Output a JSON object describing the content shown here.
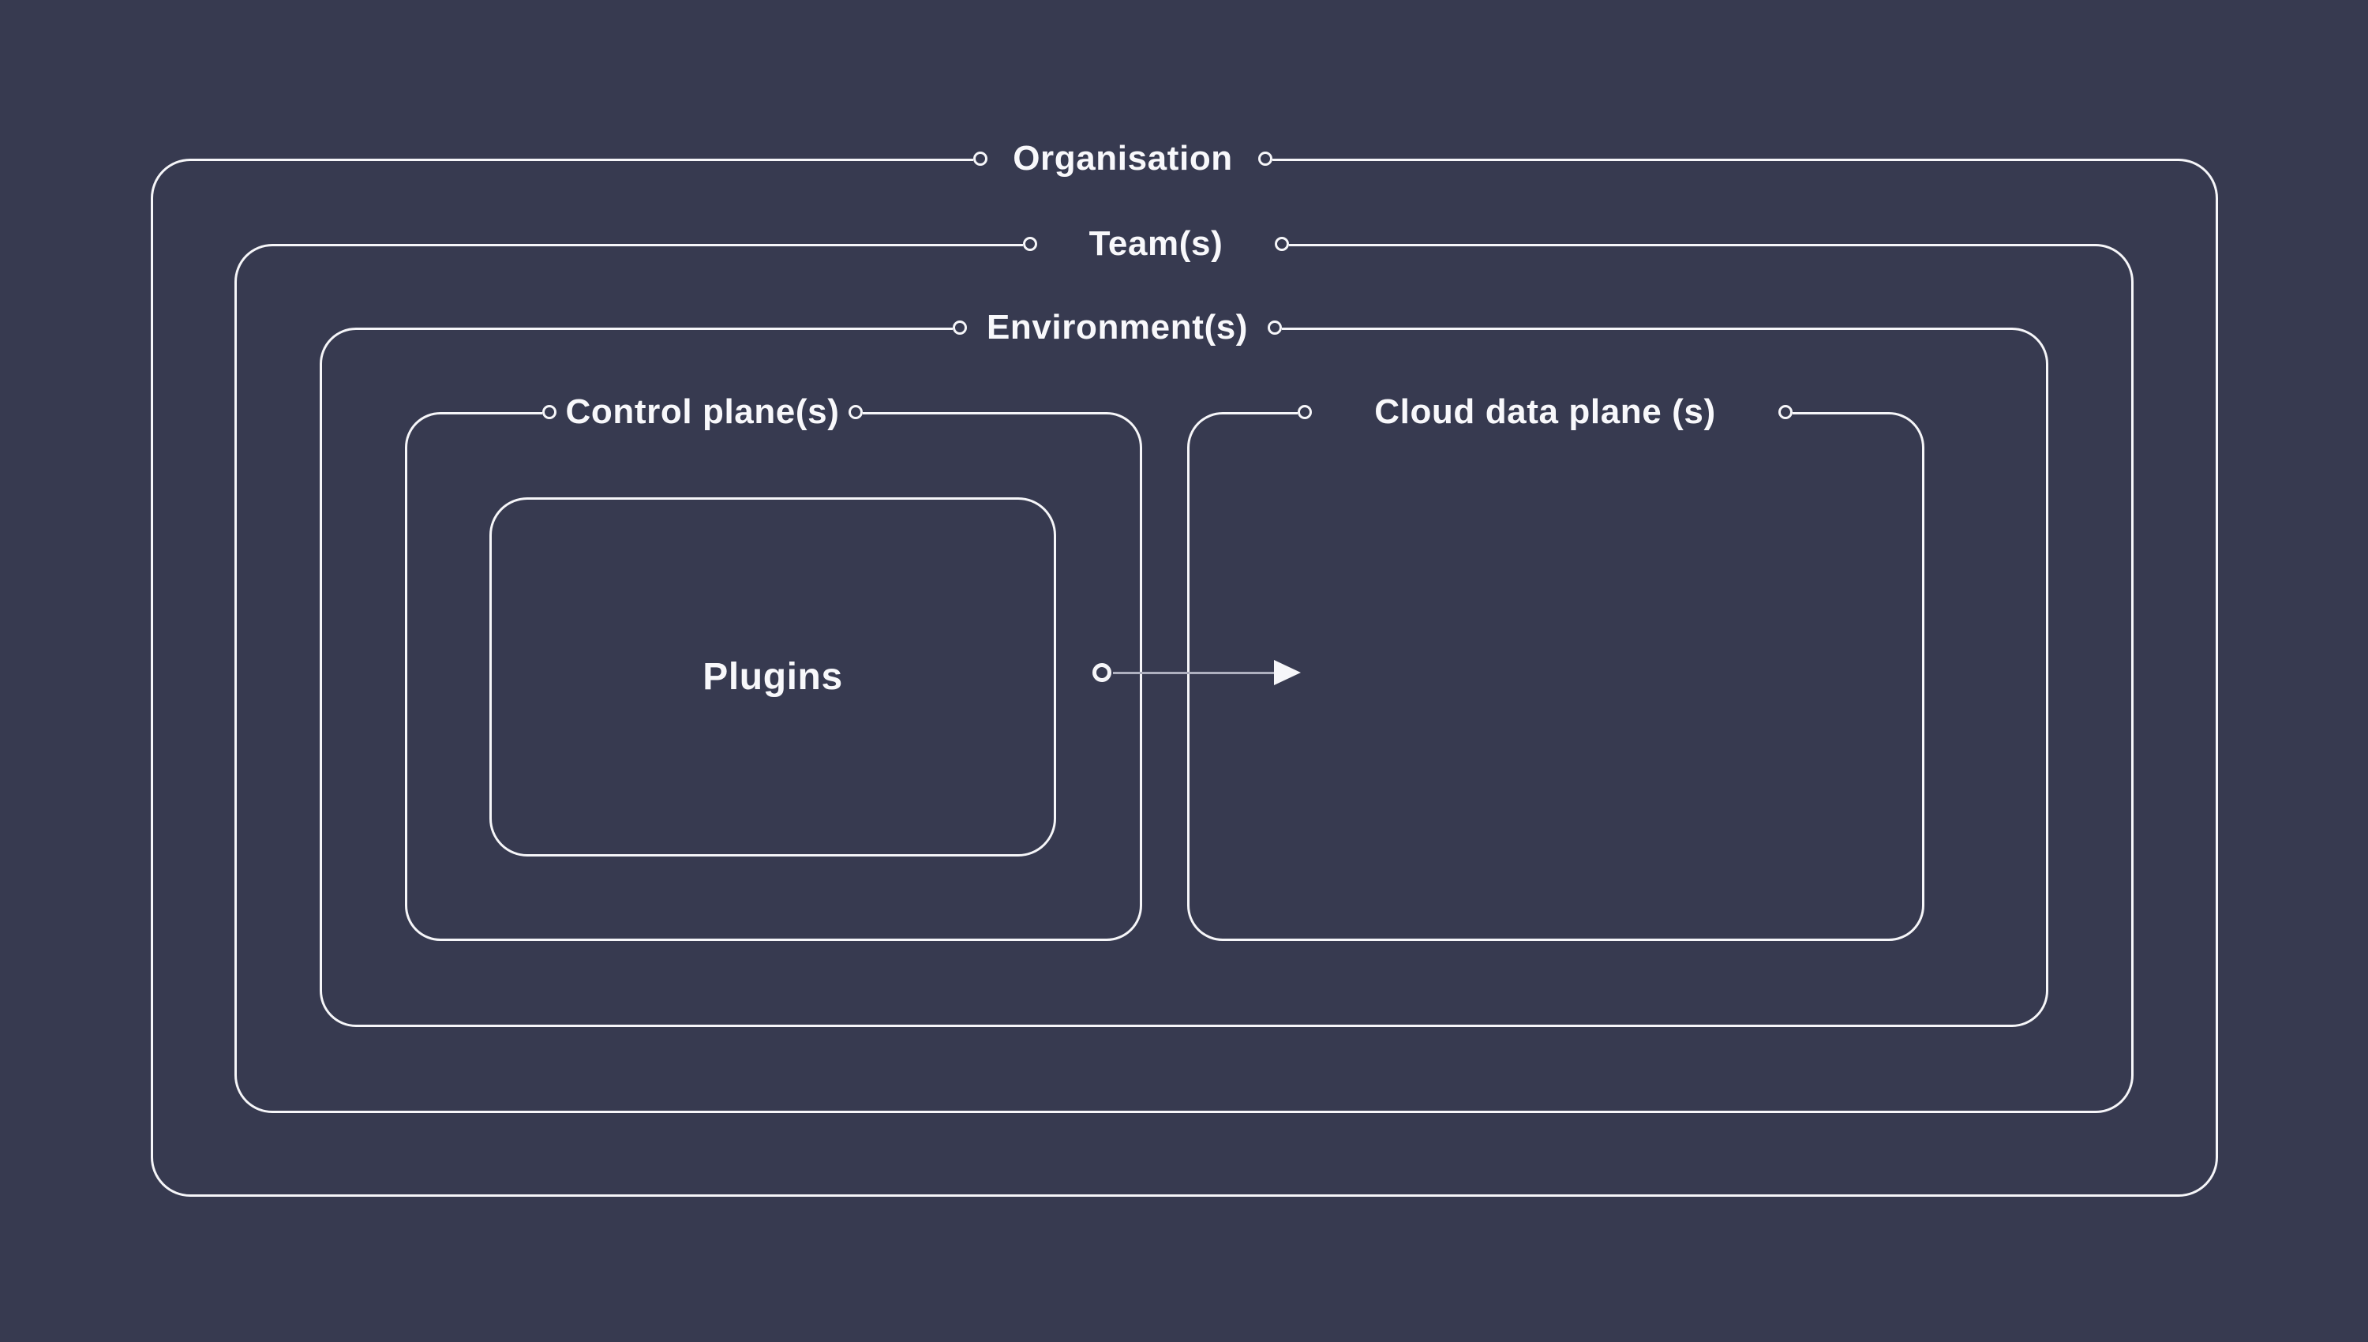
{
  "colors": {
    "background": "#373A50",
    "line": "#F6F6F9",
    "text": "#F8F8FB",
    "muted_line": "#AEB0BF"
  },
  "diagram": {
    "organisation": {
      "label": "Organisation"
    },
    "teams": {
      "label": "Team(s)"
    },
    "environments": {
      "label": "Environment(s)"
    },
    "control_plane": {
      "label": "Control plane(s)"
    },
    "cloud_data_plane": {
      "label": "Cloud data plane (s)"
    },
    "plugins": {
      "label": "Plugins"
    }
  }
}
